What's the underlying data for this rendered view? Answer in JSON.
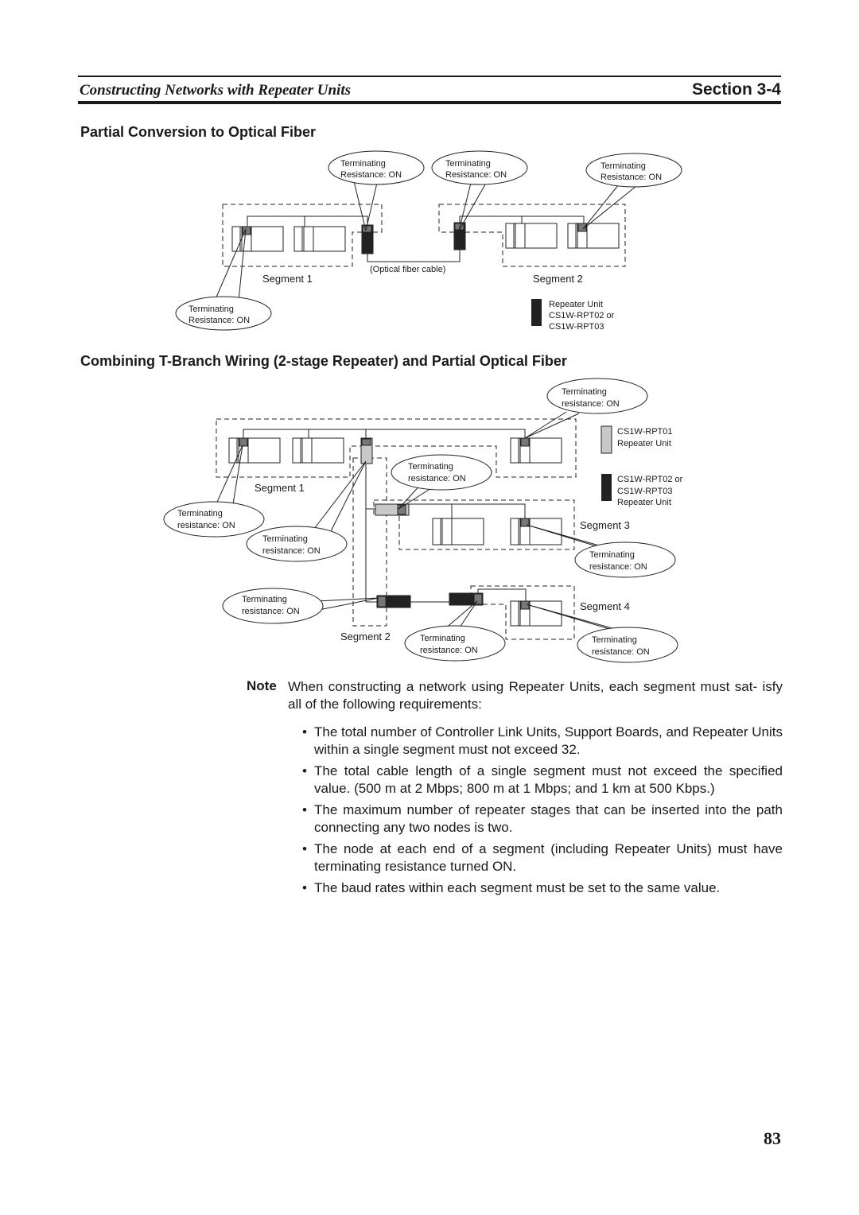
{
  "header": {
    "title": "Constructing Networks with Repeater Units",
    "section": "Section 3-4"
  },
  "figure1": {
    "heading": "Partial Conversion to Optical Fiber",
    "callout_a1": "Terminating",
    "callout_a2": "Resistance: ON",
    "callout_b1": "Terminating",
    "callout_b2": "Resistance: ON",
    "callout_c1": "Terminating",
    "callout_c2": "Resistance: ON",
    "callout_d1": "Terminating",
    "callout_d2": "Resistance: ON",
    "segment1": "Segment 1",
    "segment2": "Segment 2",
    "optical_label": "(Optical fiber cable)",
    "legend_l1": "Repeater Unit",
    "legend_l2": "CS1W-RPT02 or",
    "legend_l3": "CS1W-RPT03"
  },
  "figure2": {
    "heading": "Combining T-Branch Wiring (2-stage Repeater) and Partial Optical Fiber",
    "callout_top1": "Terminating",
    "callout_top2": "resistance: ON",
    "callout_mid1": "Terminating",
    "callout_mid2": "resistance: ON",
    "callout_left1": "Terminating",
    "callout_left2": "resistance: ON",
    "callout_lower1": "Terminating",
    "callout_lower2": "resistance: ON",
    "callout_seg3_1": "Terminating",
    "callout_seg3_2": "resistance: ON",
    "callout_seg2_1": "Terminating",
    "callout_seg2_2": "resistance: ON",
    "callout_bot1": "Terminating",
    "callout_bot2": "resistance: ON",
    "callout_seg4_1": "Terminating",
    "callout_seg4_2": "resistance: ON",
    "segment1": "Segment 1",
    "segment2": "Segment 2",
    "segment3": "Segment 3",
    "segment4": "Segment 4",
    "legend_rpt01_1": "CS1W-RPT01",
    "legend_rpt01_2": "Repeater Unit",
    "legend_rpt02_1": "CS1W-RPT02 or",
    "legend_rpt02_2": "CS1W-RPT03",
    "legend_rpt02_3": "Repeater Unit"
  },
  "note": {
    "label": "Note",
    "intro": "When constructing a network using Repeater Units, each segment must sat- isfy all of the following requirements:",
    "bullets": [
      "The total number of Controller Link Units, Support Boards, and Repeater Units within a single segment must not exceed 32.",
      "The total cable length of a single segment must not exceed the specified value. (500 m at 2 Mbps; 800 m at 1 Mbps; and 1 km at 500 Kbps.)",
      "The maximum number of repeater stages that can be inserted into the path connecting any two nodes is two.",
      "The node at each end of a segment (including Repeater Units) must have terminating resistance turned ON.",
      "The baud rates within each segment must be set to the same value."
    ]
  },
  "page_number": "83"
}
